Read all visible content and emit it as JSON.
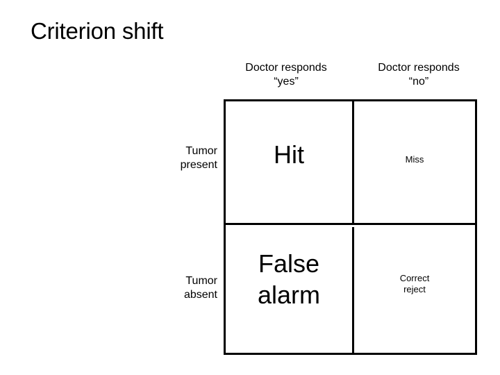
{
  "slide": {
    "title": "Criterion shift",
    "background_color": "#ffffff",
    "text_color": "#000000",
    "border_color": "#000000"
  },
  "matrix": {
    "column_headers": [
      {
        "line1": "Doctor responds",
        "line2": "“yes”"
      },
      {
        "line1": "Doctor responds",
        "line2": "“no”"
      }
    ],
    "row_labels": [
      {
        "line1": "Tumor",
        "line2": "present"
      },
      {
        "line1": "Tumor",
        "line2": "absent"
      }
    ],
    "cells": [
      {
        "id": "hit",
        "line1": "Hit",
        "line2": "",
        "emphasis": "large"
      },
      {
        "id": "miss",
        "line1": "Miss",
        "line2": "",
        "emphasis": "small"
      },
      {
        "id": "false-alarm",
        "line1": "False",
        "line2": "alarm",
        "emphasis": "large"
      },
      {
        "id": "correct-reject",
        "line1": "Correct",
        "line2": "reject",
        "emphasis": "small"
      }
    ]
  }
}
